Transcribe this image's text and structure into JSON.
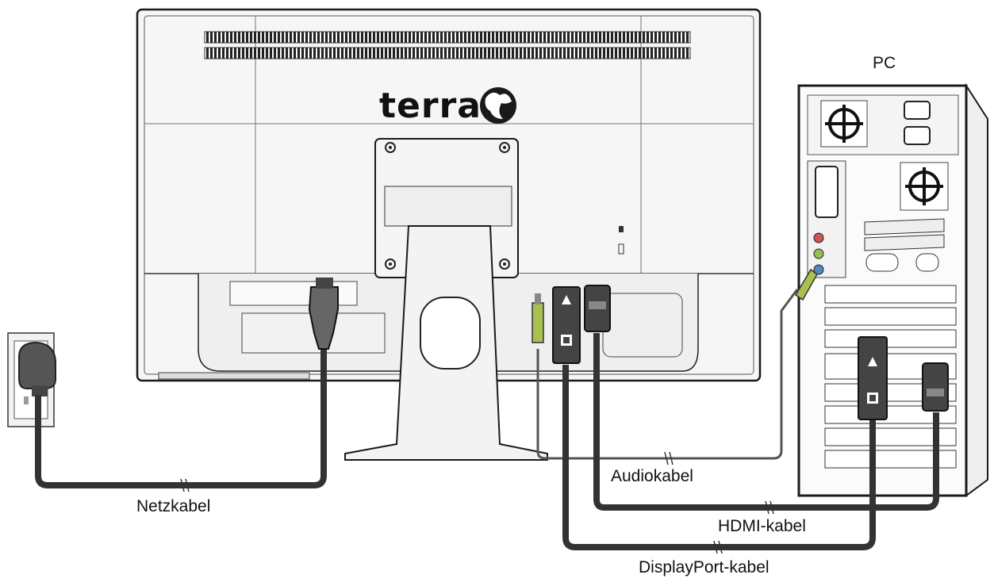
{
  "monitor": {
    "brand": "terra"
  },
  "pc": {
    "label": "PC"
  },
  "cables": {
    "power": "Netzkabel",
    "audio": "Audiokabel",
    "hdmi": "HDMI-kabel",
    "displayport": "DisplayPort-kabel"
  },
  "colors": {
    "outline": "#1a1a1a",
    "cable": "#3a3a3a",
    "audio_plug": "#a8c050",
    "panel": "#f4f4f4"
  },
  "icons": [
    "globe-logo-icon",
    "fan-icon",
    "power-socket-icon",
    "vga-port-icon",
    "audio-jack-icon",
    "displayport-logo-icon"
  ]
}
